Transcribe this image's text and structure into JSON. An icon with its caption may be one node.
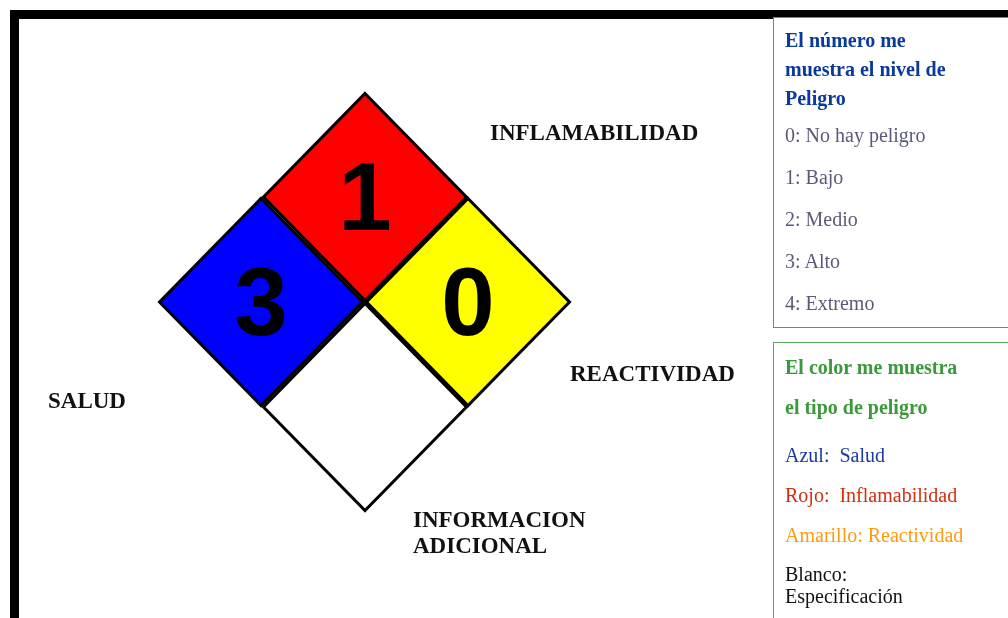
{
  "diagram": {
    "nodes": [
      {
        "text": [
          "1"
        ],
        "beside": [
          "INFLAMABILIDAD"
        ]
      },
      {
        "text": [
          "3"
        ],
        "beside": [
          "SALUD"
        ]
      },
      {
        "text": [
          "0"
        ],
        "beside": [
          "REACTIVIDAD"
        ]
      },
      {
        "text": [],
        "shape": "diamond",
        "beside": [
          "INFORMACION ADICIONAL"
        ]
      },
      {
        "text": [
          "El número me muestra el nivel de Peligro",
          "0: No hay peligro",
          "1: Bajo",
          "2: Medio",
          "3: Alto",
          "4: Extremo"
        ]
      },
      {
        "text": [
          "El color me muestra el tipo de peligro",
          "Azul:  Salud",
          "Rojo:  Inflamabilidad",
          "Amarillo: Reactividad",
          "Blanco: Especificación"
        ]
      }
    ],
    "edges": []
  }
}
